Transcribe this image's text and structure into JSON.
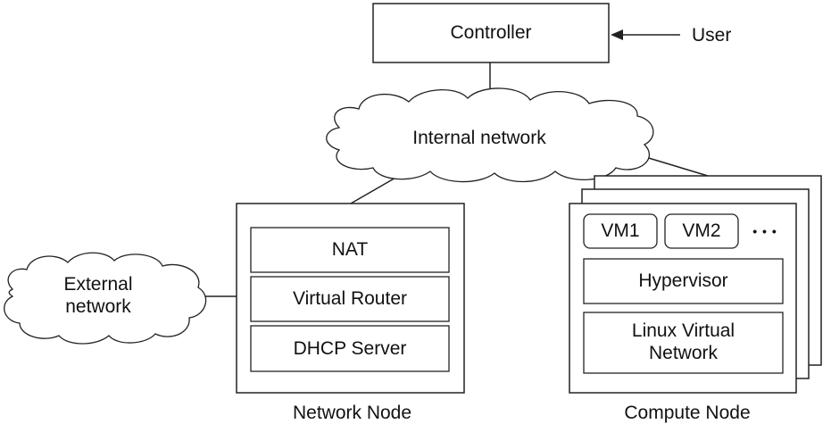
{
  "controller": {
    "label": "Controller"
  },
  "user": {
    "label": "User"
  },
  "internal_network": {
    "label": "Internal network"
  },
  "external_network": {
    "line1": "External",
    "line2": "network"
  },
  "network_node": {
    "caption": "Network Node",
    "components": [
      {
        "label": "NAT"
      },
      {
        "label": "Virtual Router"
      },
      {
        "label": "DHCP Server"
      }
    ]
  },
  "compute_node": {
    "caption": "Compute Node",
    "vms": [
      {
        "label": "VM1"
      },
      {
        "label": "VM2"
      }
    ],
    "more": "• • •",
    "hypervisor": "Hypervisor",
    "linux_network": {
      "line1": "Linux Virtual",
      "line2": "Network"
    }
  }
}
